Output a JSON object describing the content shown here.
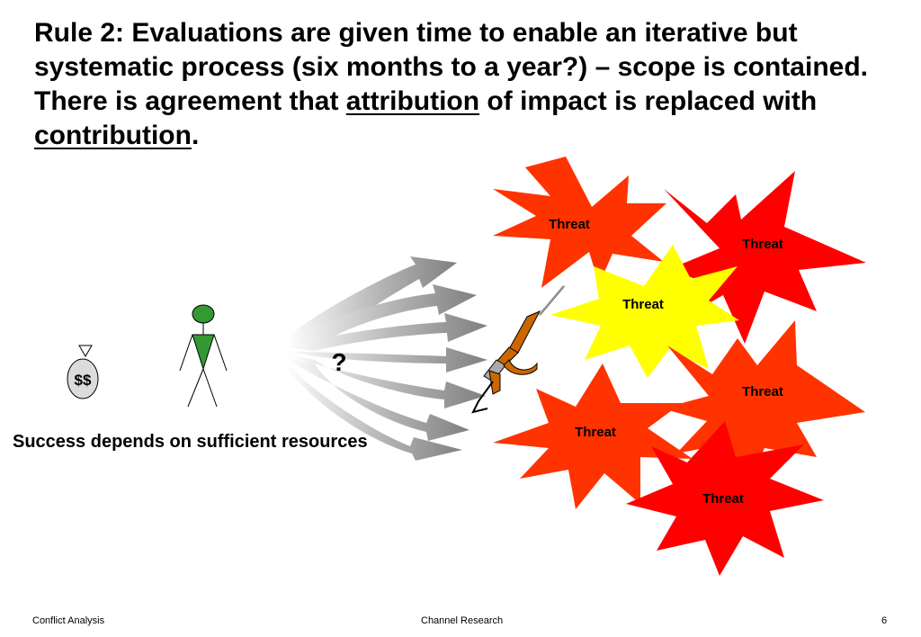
{
  "slide": {
    "title_parts": [
      "Rule 2: Evaluations are given time to enable an iterative but systematic process (six months to a year?) – scope is contained. There is agreement that ",
      "attribution",
      " of impact is replaced with ",
      "contribution",
      "."
    ],
    "caption": "Success depends on sufficient resources",
    "question_mark": "?",
    "money_label": "$$",
    "threats": [
      "Threat",
      "Threat",
      "Threat",
      "Threat",
      "Threat",
      "Threat"
    ],
    "colors": {
      "threat_red": "#ff0000",
      "threat_orange": "#ff3300",
      "threat_yellow": "#ffff00",
      "person_green": "#339933",
      "rifle_orange": "#cc6600",
      "arrow_gray": "#999999"
    },
    "icons": [
      "money-bag-icon",
      "person-icon",
      "rifle-icon",
      "arrow-fan-icon",
      "explosion-icon"
    ]
  },
  "footer": {
    "left": "Conflict Analysis",
    "center": "Channel Research",
    "page": "6"
  }
}
